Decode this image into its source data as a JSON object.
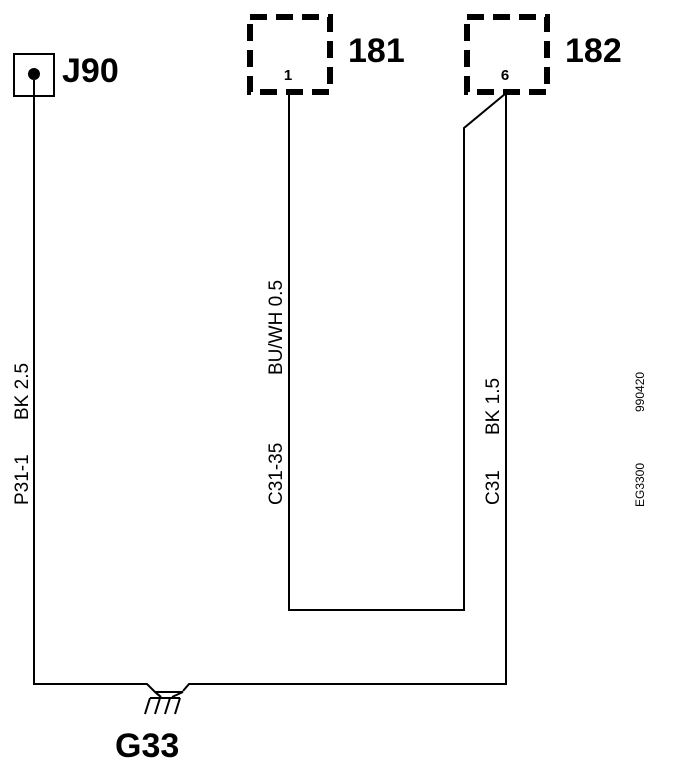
{
  "connectors": {
    "j90": {
      "label": "J90"
    },
    "c181": {
      "label": "181",
      "pin": "1"
    },
    "c182": {
      "label": "182",
      "pin": "6"
    }
  },
  "ground": {
    "label": "G33"
  },
  "wires": {
    "left": {
      "circuit": "P31-1",
      "spec": "BK 2.5"
    },
    "middle": {
      "circuit": "C31-35",
      "spec": "BU/WH 0.5"
    },
    "right": {
      "circuit": "C31",
      "spec": "BK 1.5"
    }
  },
  "reference": {
    "code": "EG3300",
    "date": "990420"
  }
}
